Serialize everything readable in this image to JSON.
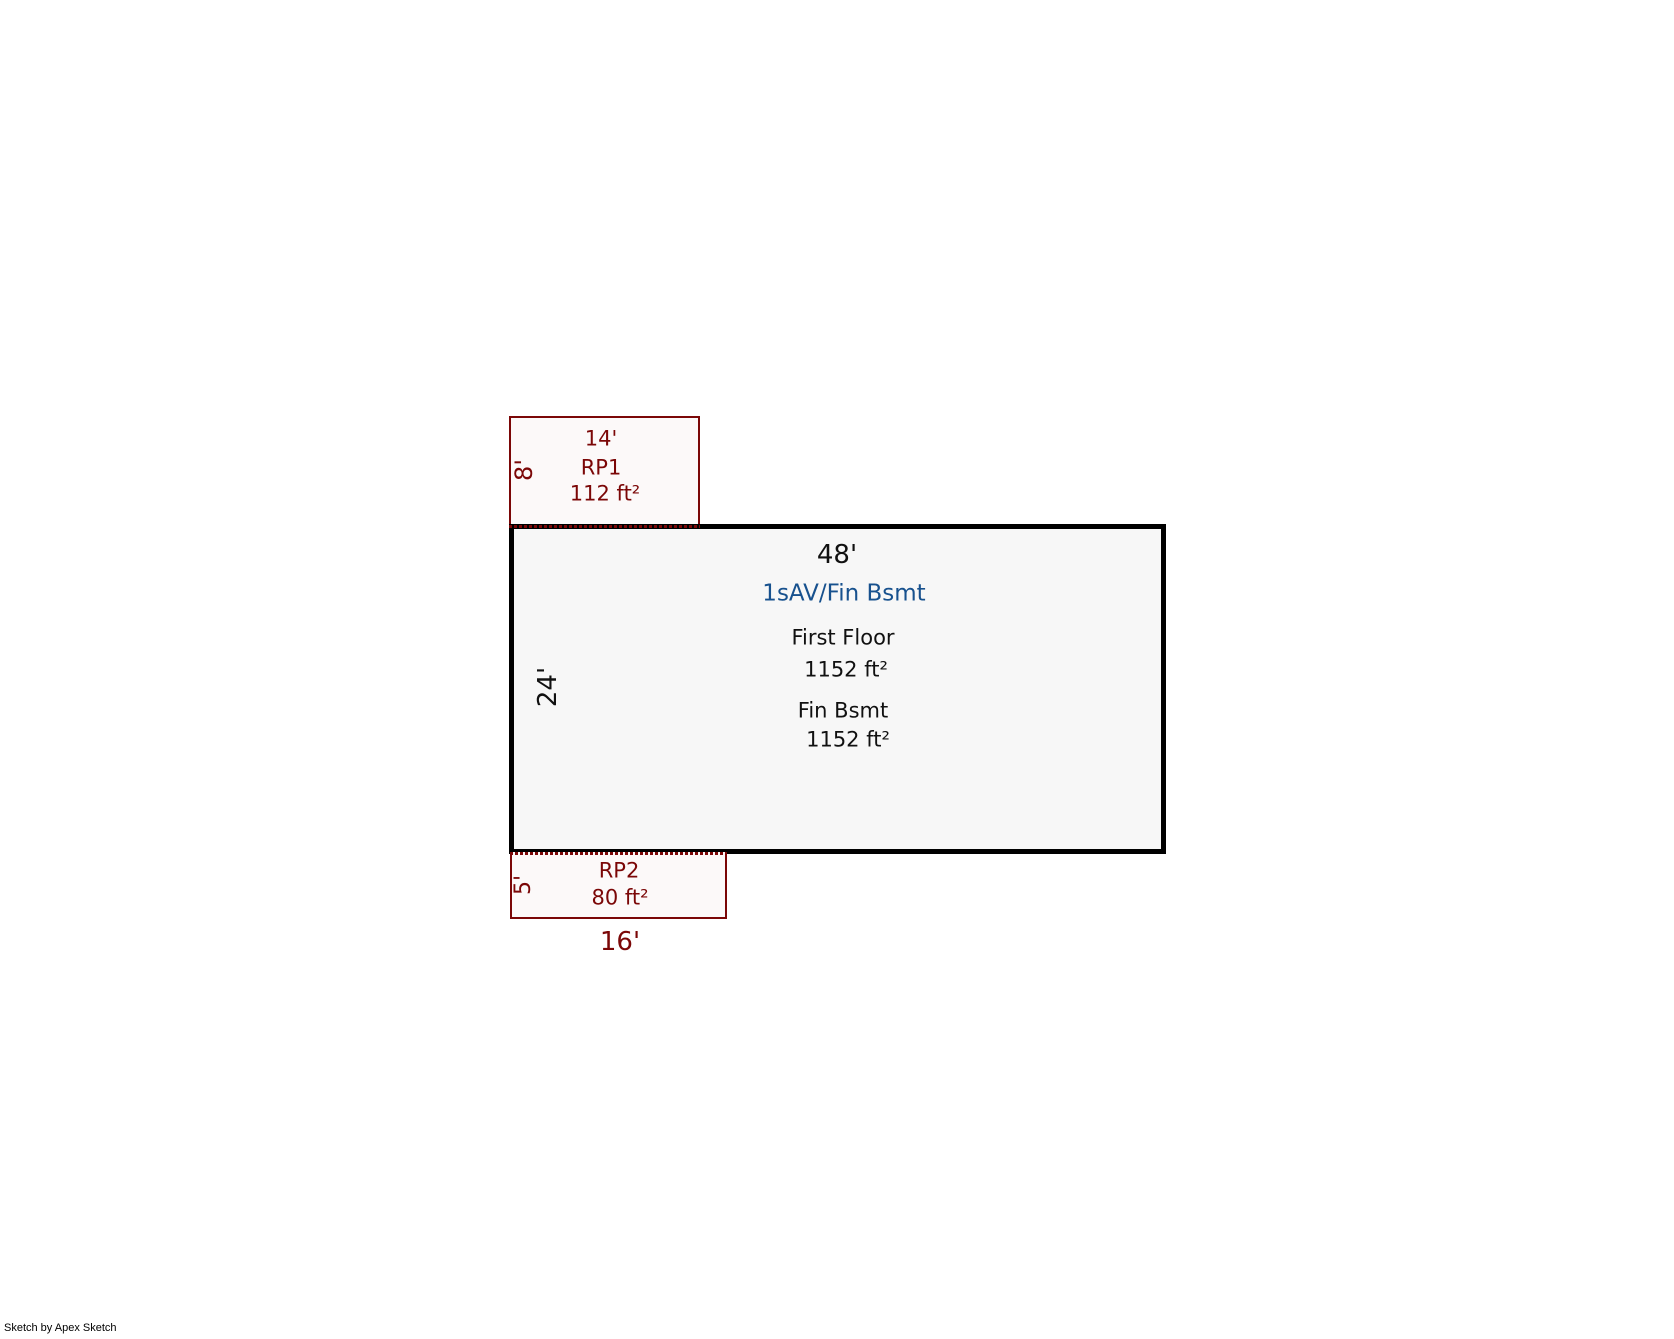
{
  "colors": {
    "outline": "#7B0707",
    "main_border": "#000000",
    "label_blue": "#17518E",
    "text_dark": "#111111",
    "main_fill": "#F7F7F7",
    "rp_fill": "#FCF9F9",
    "page_bg": "#FFFFFF"
  },
  "main_area": {
    "width_label": "48'",
    "height_label": "24'",
    "style_label": "1sAV/Fin Bsmt",
    "sections": [
      {
        "name": "First Floor",
        "area": "1152 ft²"
      },
      {
        "name": "Fin Bsmt",
        "area": "1152 ft²"
      }
    ]
  },
  "rp1": {
    "name": "RP1",
    "width_label": "14'",
    "height_label": "8'",
    "area": "112 ft²"
  },
  "rp2": {
    "name": "RP2",
    "width_label": "16'",
    "height_label": "5'",
    "area": "80 ft²"
  },
  "watermark": {
    "text": "Sketch by Apex Sketch"
  }
}
